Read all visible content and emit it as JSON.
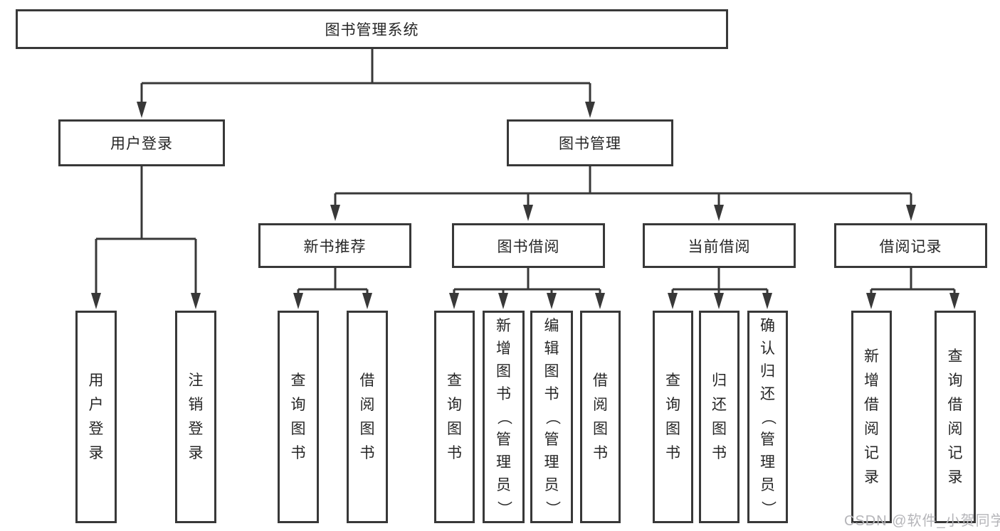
{
  "diagram": {
    "root": {
      "label": "图书管理系统"
    },
    "level2": [
      {
        "label": "用户登录"
      },
      {
        "label": "图书管理"
      }
    ],
    "level3": [
      {
        "label": "新书推荐"
      },
      {
        "label": "图书借阅"
      },
      {
        "label": "当前借阅"
      },
      {
        "label": "借阅记录"
      }
    ],
    "leaves": [
      {
        "label": "用户登录"
      },
      {
        "label": "注销登录"
      },
      {
        "label": "查询图书"
      },
      {
        "label": "借阅图书"
      },
      {
        "label": "查询图书"
      },
      {
        "label": "新增图书（管理员）"
      },
      {
        "label": "编辑图书（管理员）"
      },
      {
        "label": "借阅图书"
      },
      {
        "label": "查询图书"
      },
      {
        "label": "归还图书"
      },
      {
        "label": "确认归还（管理员）"
      },
      {
        "label": "新增借阅记录"
      },
      {
        "label": "查询借阅记录"
      }
    ]
  },
  "watermark": {
    "text": "CSDN @软件_小贺同学"
  },
  "colors": {
    "line": "#383838",
    "box_border": "#383838",
    "text": "#262626",
    "watermark": "#b5b5b9",
    "background": "#ffffff"
  }
}
